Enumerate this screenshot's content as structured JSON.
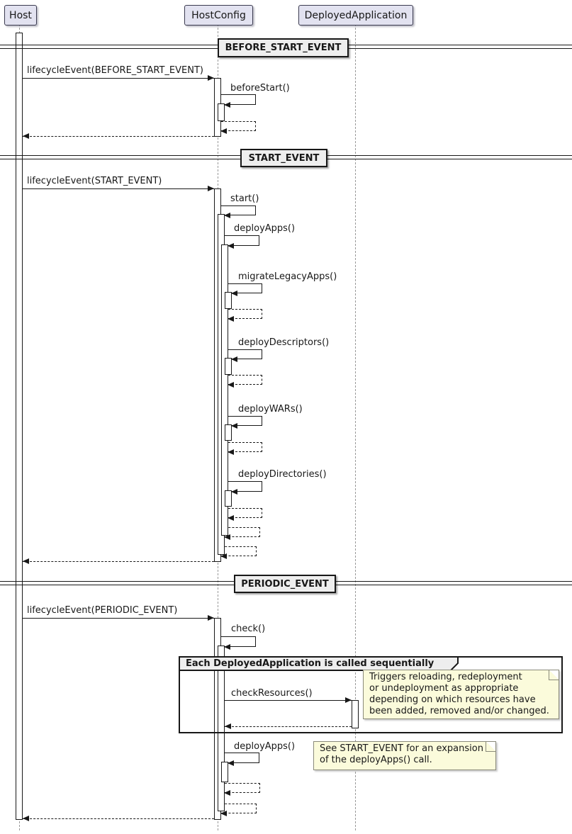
{
  "diagram": {
    "participants": [
      {
        "name": "Host"
      },
      {
        "name": "HostConfig"
      },
      {
        "name": "DeployedApplication"
      }
    ],
    "dividers": [
      {
        "label": "BEFORE_START_EVENT"
      },
      {
        "label": "START_EVENT"
      },
      {
        "label": "PERIODIC_EVENT"
      }
    ],
    "messages": {
      "m1": "lifecycleEvent(BEFORE_START_EVENT)",
      "beforeStart": "beforeStart()",
      "m2": "lifecycleEvent(START_EVENT)",
      "start": "start()",
      "deployApps": "deployApps()",
      "migrateLegacyApps": "migrateLegacyApps()",
      "deployDescriptors": "deployDescriptors()",
      "deployWARs": "deployWARs()",
      "deployDirectories": "deployDirectories()",
      "m3": "lifecycleEvent(PERIODIC_EVENT)",
      "check": "check()",
      "checkResources": "checkResources()",
      "deployApps2": "deployApps()"
    },
    "frame_title": "Each DeployedApplication is called sequentially",
    "note1_lines": [
      "Triggers reloading, redeployment",
      "or undeployment as appropriate",
      "depending on which resources have",
      "been added, removed and/or changed."
    ],
    "note2_lines": [
      "See START_EVENT for an expansion",
      "of the deployApps() call."
    ],
    "colors": {
      "participant_fill": "#E2E2F0",
      "participant_border": "#3b3b50",
      "divider_fill": "#EEEEEE",
      "frame_fill": "#EEEEEE",
      "note_fill": "#FBFBDB",
      "note_border": "#8a8a7a",
      "line": "#181818",
      "lifeline": "#999999"
    }
  }
}
